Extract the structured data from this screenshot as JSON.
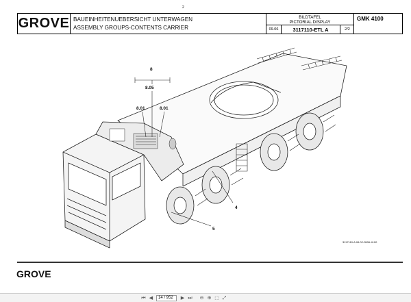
{
  "page_marker": "2",
  "title_block": {
    "logo": "GROVE",
    "title_de": "BAUEINHEITENUEBERSICHT UNTERWAGEN",
    "title_en": "ASSEMBLY GROUPS-CONTENTS CARRIER",
    "display_de": "BILDTAFEL",
    "display_en": "PICTORIAL DISPLAY",
    "date": "09.06",
    "drawing_number": "3117110-ETL A",
    "sheet": "2/2",
    "model": "GMK 4100"
  },
  "callouts": {
    "c8": "8",
    "c805": "8.05",
    "c801a": "8.01",
    "c801b": "8.01",
    "c4": "4",
    "c5": "5"
  },
  "doc_reference": "3117110-A 06.02-0506-4100",
  "footer_logo": "GROVE",
  "viewer": {
    "page_field": "14 / 952"
  }
}
